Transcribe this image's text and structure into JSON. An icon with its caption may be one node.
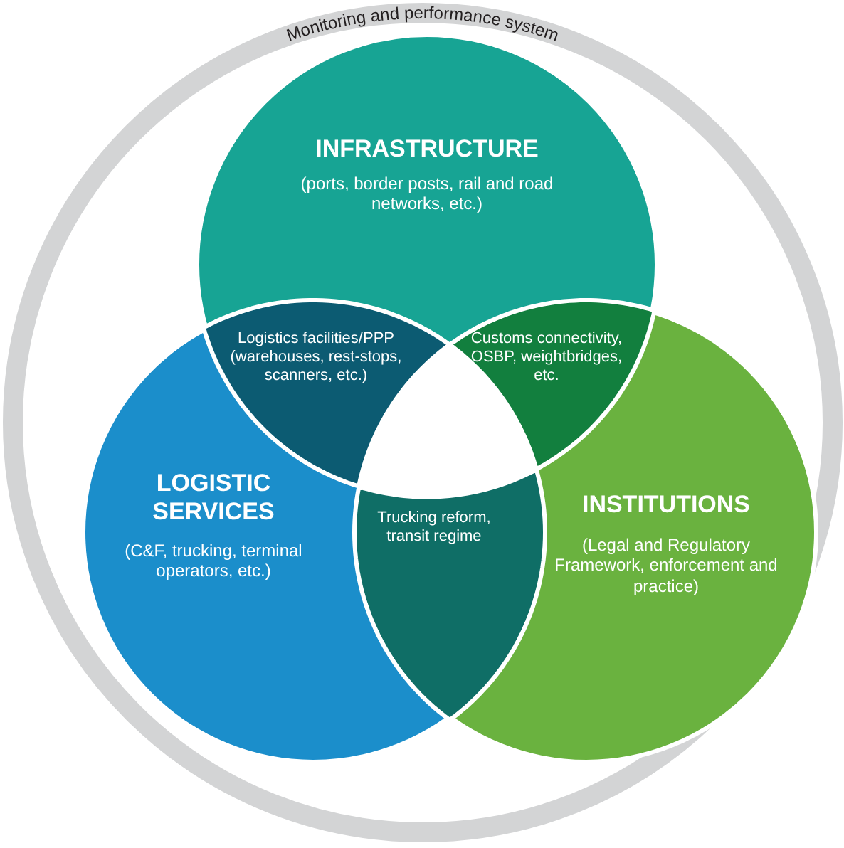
{
  "diagram": {
    "nodes": [
      {
        "text": [
          "Monitoring and performance system"
        ]
      },
      {
        "text": [
          "INFRASTRUCTURE",
          "(ports, border posts, rail and road networks, etc.)"
        ],
        "in": 0
      },
      {
        "text": [
          "LOGISTIC SERVICES",
          "(C&F, trucking, terminal operators, etc.)"
        ],
        "in": 0
      },
      {
        "text": [
          "INSTITUTIONS",
          "(Legal and Regulatory Framework, enforcement and practice)"
        ],
        "in": 0
      },
      {
        "text": [
          "Logistics facilities/PPP (warehouses, rest-stops, scanners, etc.)"
        ]
      },
      {
        "text": [
          "Customs connectivity, OSBP, weightbridges, etc."
        ]
      },
      {
        "text": [
          "Trucking reform, transit regime"
        ]
      },
      {
        "text": [],
        "shape": "triangle"
      }
    ]
  }
}
